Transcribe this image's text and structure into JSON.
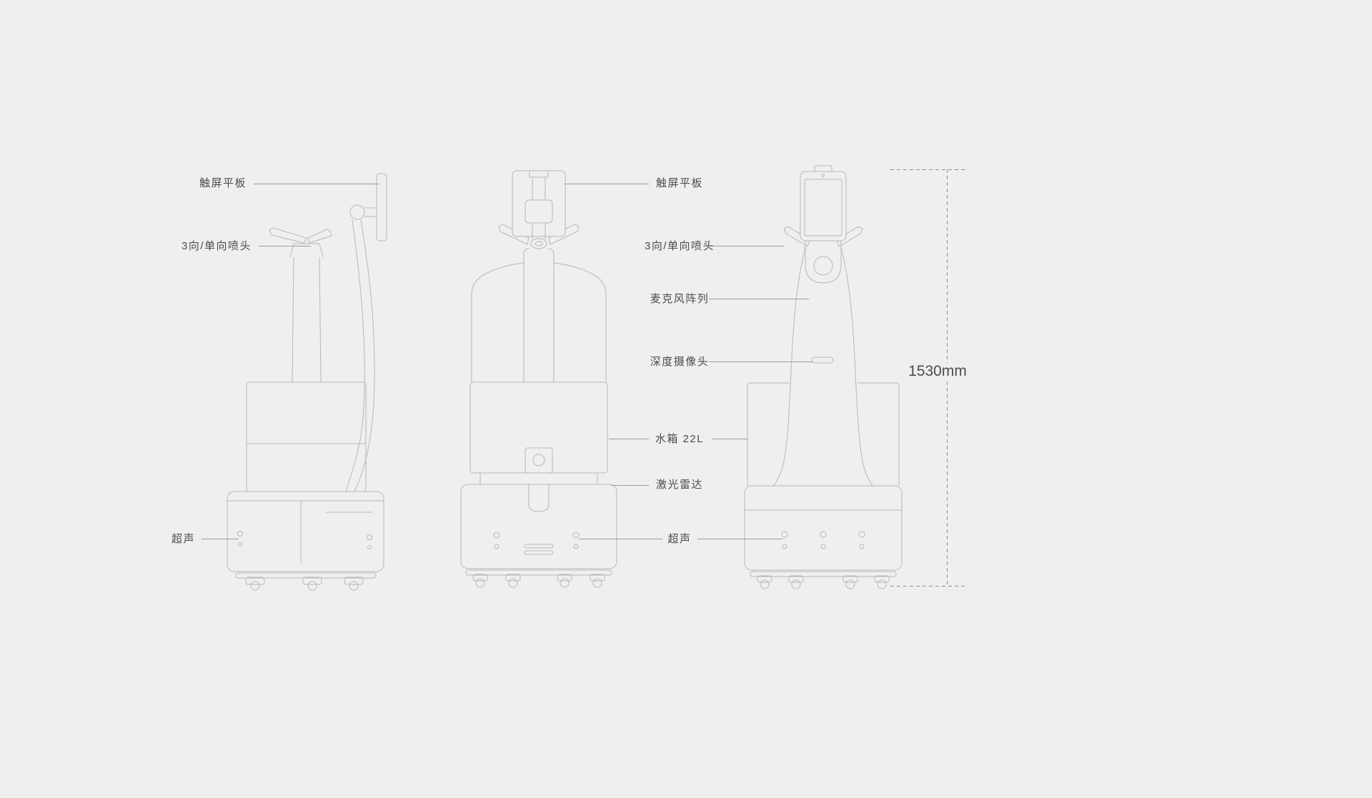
{
  "colors": {
    "background": "#efefef",
    "line_art": "#b7b7b7",
    "leader_line": "#9b9b9b",
    "label_text": "#4c4c4c"
  },
  "annotations": {
    "left": {
      "touchscreen": "触屏平板",
      "nozzle": "3向/单向喷头",
      "ultrasonic": "超声"
    },
    "middle": {
      "touchscreen": "触屏平板",
      "nozzle": "3向/单向喷头",
      "microphone_array": "麦克风阵列",
      "depth_camera": "深度摄像头",
      "water_tank": "水箱 22L",
      "lidar": "激光雷达",
      "ultrasonic": "超声"
    }
  },
  "dimension": {
    "total_height": "1530mm"
  }
}
